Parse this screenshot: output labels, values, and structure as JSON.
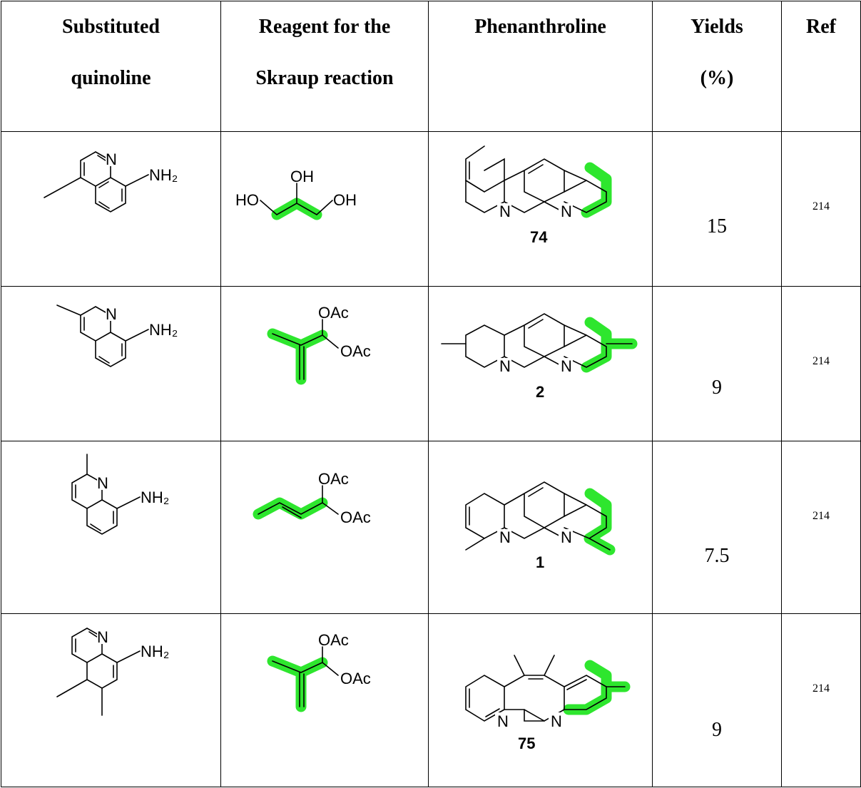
{
  "table": {
    "headers": [
      {
        "line1": "Substituted",
        "line2": "quinoline"
      },
      {
        "line1": "Reagent for the",
        "line2": "Skraup reaction"
      },
      {
        "line1": "Phenanthroline",
        "line2": ""
      },
      {
        "line1": "Yields",
        "line2": "(%)"
      },
      {
        "line1": "Ref",
        "line2": ""
      }
    ],
    "rows": [
      {
        "quinoline": {
          "N": "N",
          "NH2": "NH₂"
        },
        "reagent": {
          "OH_top": "OH",
          "HO": "HO",
          "OH_right": "OH"
        },
        "product": {
          "N1": "N",
          "N2": "N",
          "compound": "74"
        },
        "yield": "15",
        "ref": "214"
      },
      {
        "quinoline": {
          "N": "N",
          "NH2": "NH₂"
        },
        "reagent": {
          "OAc1": "OAc",
          "OAc2": "OAc"
        },
        "product": {
          "N1": "N",
          "N2": "N",
          "compound": "2"
        },
        "yield": "9",
        "ref": "214"
      },
      {
        "quinoline": {
          "N": "N",
          "NH2": "NH₂"
        },
        "reagent": {
          "OAc1": "OAc",
          "OAc2": "OAc"
        },
        "product": {
          "N1": "N",
          "N2": "N",
          "compound": "1"
        },
        "yield": "7.5",
        "ref": "214"
      },
      {
        "quinoline": {
          "N": "N",
          "NH2": "NH₂"
        },
        "reagent": {
          "OAc1": "OAc",
          "OAc2": "OAc"
        },
        "product": {
          "N1": "N",
          "N2": "N",
          "compound": "75"
        },
        "yield": "9",
        "ref": "214"
      }
    ],
    "highlight_color": "#2ee62e"
  }
}
